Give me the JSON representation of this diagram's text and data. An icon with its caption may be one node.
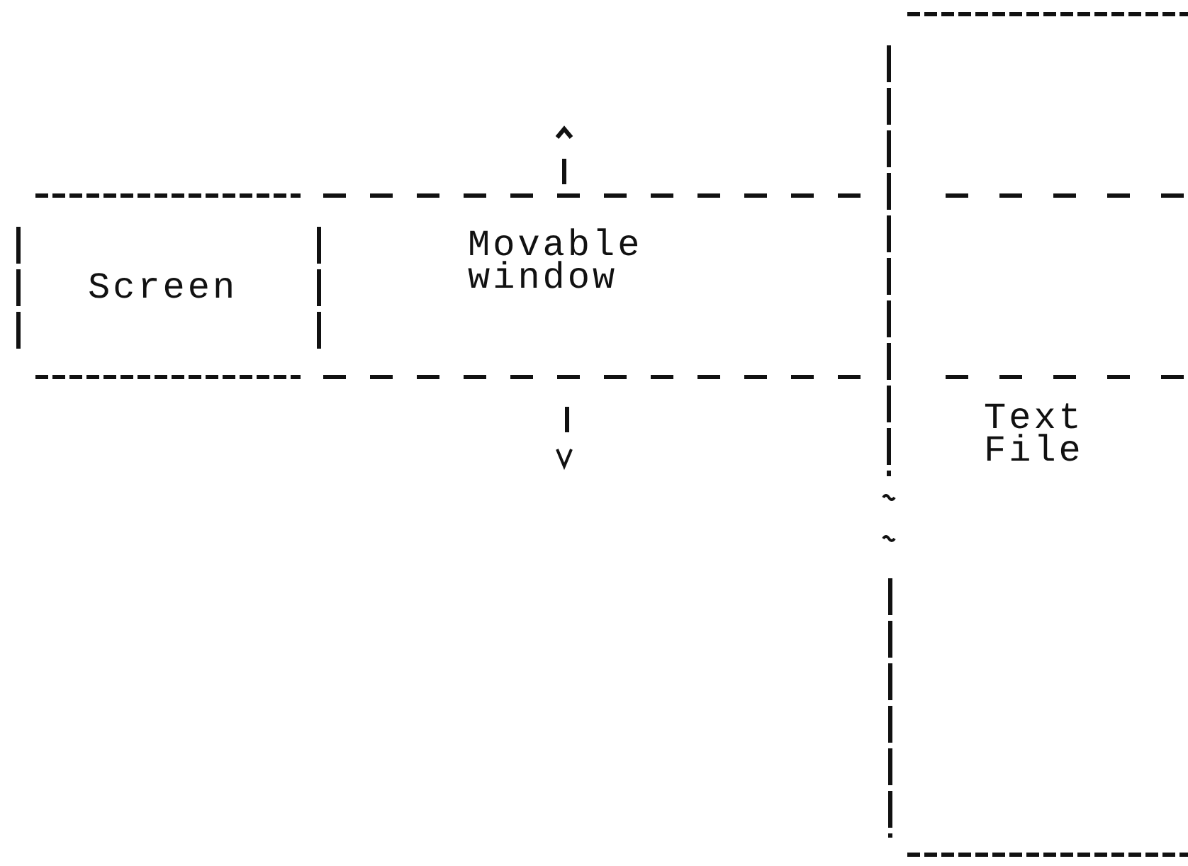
{
  "diagram": {
    "nodes": [
      {
        "text": [
          "Movable window"
        ]
      },
      {
        "text": [
          "Screen"
        ],
        "in": 0
      },
      {
        "text": [
          "Text File"
        ]
      }
    ]
  }
}
